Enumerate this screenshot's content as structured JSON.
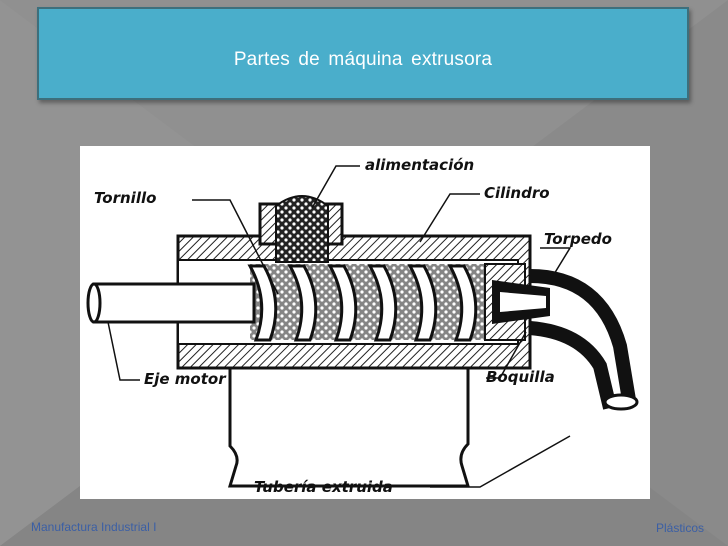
{
  "slide": {
    "title": "Partes  de máquina  extrusora",
    "footer_left": "Manufactura Industrial I",
    "footer_right": "Plásticos"
  },
  "diagram": {
    "labels": {
      "alimentacion": "alimentación",
      "tornillo": "Tornillo",
      "cilindro": "Cilindro",
      "torpedo": "Torpedo",
      "eje_motor": "Eje motor",
      "boquilla": "Boquilla",
      "tuberia": "Tubería extruida"
    }
  }
}
